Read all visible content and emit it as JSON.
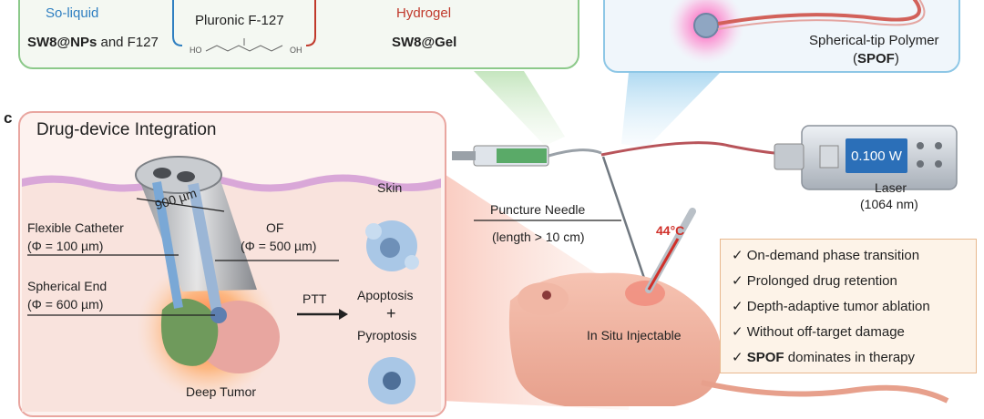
{
  "panel_b": {
    "so_liquid": "So-liquid",
    "pluronic": "Pluronic F-127",
    "hydrogel": "Hydrogel",
    "sw8_nps": "SW8@NPs",
    "and_f127": " and F127",
    "sw8_gel": "SW8@Gel",
    "formula_left": "HO",
    "formula_right": "OH"
  },
  "spof": {
    "line1": "Spherical-tip Polymer",
    "line2_open": "(",
    "line2_bold": "SPOF",
    "line2_close": ")"
  },
  "panel_c": {
    "letter": "c",
    "title": "Drug-device Integration",
    "skin": "Skin",
    "width_label": "900 µm",
    "catheter_line1": "Flexible Catheter",
    "catheter_line2": "(Φ = 100 µm)",
    "of_line1": "OF",
    "of_line2": "(Φ = 500 µm)",
    "spherical_line1": "Spherical End",
    "spherical_line2": "(Φ = 600 µm)",
    "ptt": "PTT",
    "apoptosis": "Apoptosis",
    "plus": "+",
    "pyroptosis": "Pyroptosis",
    "deep_tumor": "Deep Tumor"
  },
  "setup": {
    "needle_line1": "Puncture Needle",
    "needle_line2": "(length > 10 cm)",
    "laser_display": "0.100 W",
    "laser_line1": "Laser",
    "laser_line2": "(1064 nm)",
    "temperature": "44°C",
    "in_situ": "In Situ Injectable"
  },
  "benefits": [
    {
      "check": "✓",
      "text": "On-demand phase transition",
      "bold": ""
    },
    {
      "check": "✓",
      "text": "Prolonged drug retention",
      "bold": ""
    },
    {
      "check": "✓",
      "text": "Depth-adaptive tumor ablation",
      "bold": ""
    },
    {
      "check": "✓",
      "text": "Without off-target damage",
      "bold": ""
    },
    {
      "check": "✓",
      "text": " dominates in therapy",
      "bold": "SPOF"
    }
  ],
  "colors": {
    "so_liquid": "#2f7fc1",
    "hydrogel": "#c0392b",
    "temperature": "#d0302a",
    "laser_screen": "#2b6fb8",
    "panel_green": "#8cc98a",
    "panel_blue": "#8ec7e6",
    "panel_pink": "#e9a6a0"
  }
}
